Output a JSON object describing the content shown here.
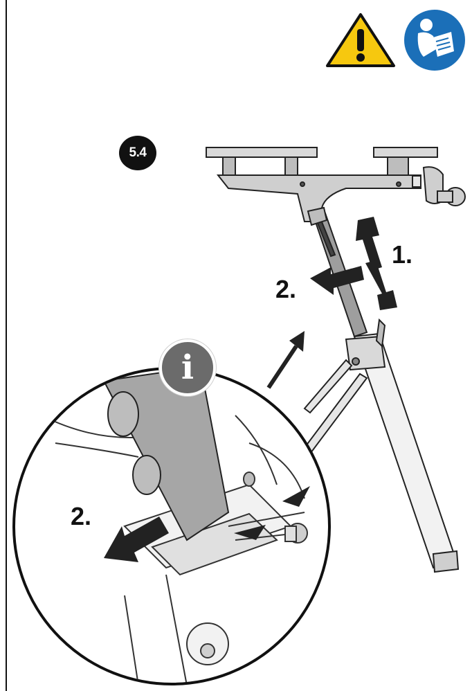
{
  "step": {
    "number": "5.4"
  },
  "labels": {
    "one": "1.",
    "two_upper": "2.",
    "two_lower": "2."
  },
  "info": {
    "glyph": "i"
  },
  "icons": {
    "warning": "warning-triangle-icon",
    "manual": "read-manual-icon",
    "info": "info-icon"
  },
  "colors": {
    "warning_yellow": "#f6c80f",
    "manual_blue": "#1b6fb8",
    "info_gray": "#6b6b6b",
    "part_gray": "#a6a6a6"
  }
}
